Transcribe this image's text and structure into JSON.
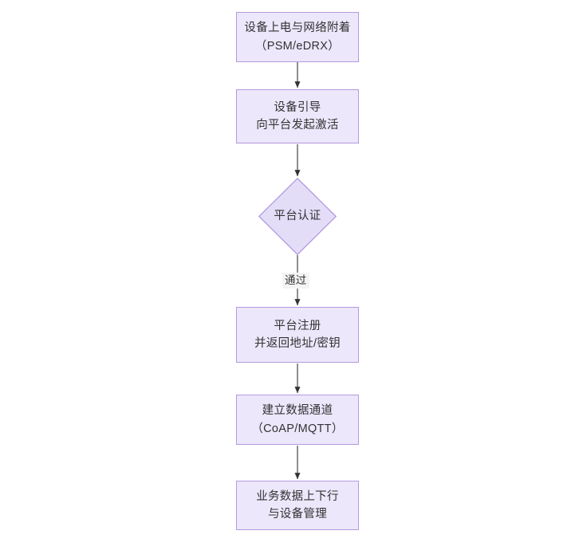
{
  "diagram": {
    "type": "flowchart",
    "orientation": "top-to-bottom",
    "background_color": "#ffffff",
    "node_fill_color": "#ece7fb",
    "node_border_color": "#b49ae0",
    "edge_color": "#333333",
    "text_color": "#333333",
    "edge_label_background": "#f4f4f4",
    "nodes": [
      {
        "id": "n1",
        "shape": "rectangle",
        "lines": [
          "设备上电与网络附着",
          "（PSM/eDRX）"
        ]
      },
      {
        "id": "n2",
        "shape": "rectangle",
        "lines": [
          "设备引导",
          "向平台发起激活"
        ]
      },
      {
        "id": "n3",
        "shape": "diamond",
        "lines": [
          "平台认证"
        ]
      },
      {
        "id": "n4",
        "shape": "rectangle",
        "lines": [
          "平台注册",
          "并返回地址/密钥"
        ]
      },
      {
        "id": "n5",
        "shape": "rectangle",
        "lines": [
          "建立数据通道",
          "（CoAP/MQTT）"
        ]
      },
      {
        "id": "n6",
        "shape": "rectangle",
        "lines": [
          "业务数据上下行",
          "与设备管理"
        ]
      }
    ],
    "edges": [
      {
        "from": "n1",
        "to": "n2",
        "label": ""
      },
      {
        "from": "n2",
        "to": "n3",
        "label": ""
      },
      {
        "from": "n3",
        "to": "n4",
        "label": "通过"
      },
      {
        "from": "n4",
        "to": "n5",
        "label": ""
      },
      {
        "from": "n5",
        "to": "n6",
        "label": ""
      }
    ]
  }
}
